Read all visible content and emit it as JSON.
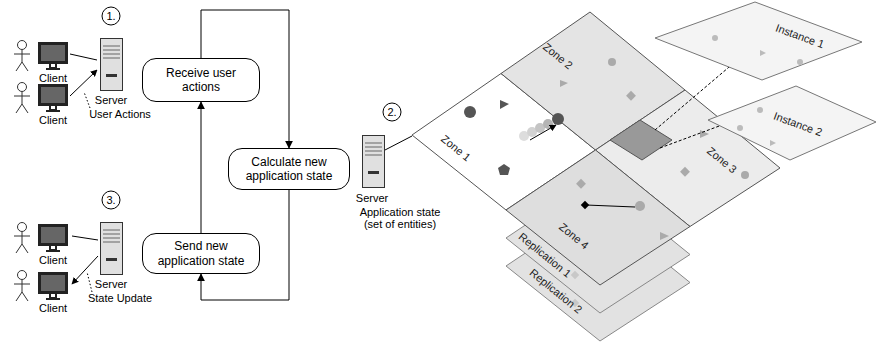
{
  "diagram": {
    "nodes": [
      {
        "text": [
          "Receive user actions"
        ]
      },
      {
        "text": [
          "Calculate new application state"
        ]
      },
      {
        "text": [
          "Send new application state"
        ]
      }
    ],
    "edges": [
      {
        "from": 0,
        "to": 1,
        "arrow": "to"
      },
      {
        "from": 1,
        "to": 2,
        "arrow": "to"
      },
      {
        "from": 2,
        "to": 0,
        "arrow": "to"
      }
    ],
    "labels": [
      "1.",
      "Client",
      "Client",
      "Server",
      "User Actions",
      "2.",
      "Server",
      "Application state (set of entities)",
      "3.",
      "Client",
      "Client",
      "Server",
      "State Update",
      "Zone 1",
      "Zone 2",
      "Zone 3",
      "Zone 4",
      "Instance 1",
      "Instance 2",
      "Replication 1",
      "Replication 2"
    ]
  }
}
